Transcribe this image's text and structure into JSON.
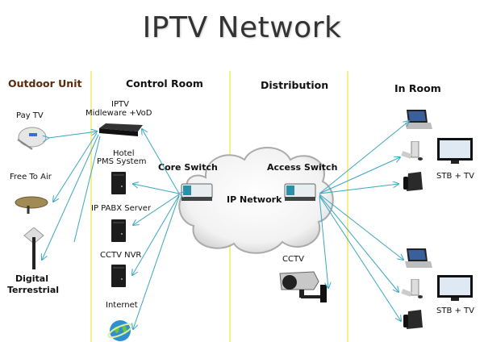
{
  "title": "IPTV Network",
  "columns": [
    {
      "key": "outdoor",
      "label": "Outdoor Unit"
    },
    {
      "key": "control",
      "label": "Control Room"
    },
    {
      "key": "distribution",
      "label": "Distribution"
    },
    {
      "key": "inroom",
      "label": "In Room"
    }
  ],
  "outdoor": {
    "pay_tv": "Pay TV",
    "free_to_air": "Free To Air",
    "digital_terrestrial_line1": "Digital",
    "digital_terrestrial_line2": "Terrestrial"
  },
  "control": {
    "iptv_line1": "IPTV",
    "iptv_line2": "Midleware +VoD",
    "pms_line1": "Hotel",
    "pms_line2": "PMS System",
    "pabx": "IP PABX Server",
    "nvr": "CCTV NVR",
    "internet": "Internet"
  },
  "distribution": {
    "core_switch": "Core  Switch",
    "access_switch": "Access  Switch",
    "ip_network": "IP Network",
    "cctv": "CCTV"
  },
  "inroom": {
    "stb_tv_1": "STB + TV",
    "stb_tv_2": "STB + TV"
  },
  "colors": {
    "arrow": "#3aa7c0",
    "divider": "#f3f08a",
    "outdoor_header": "#5a2a0a"
  }
}
